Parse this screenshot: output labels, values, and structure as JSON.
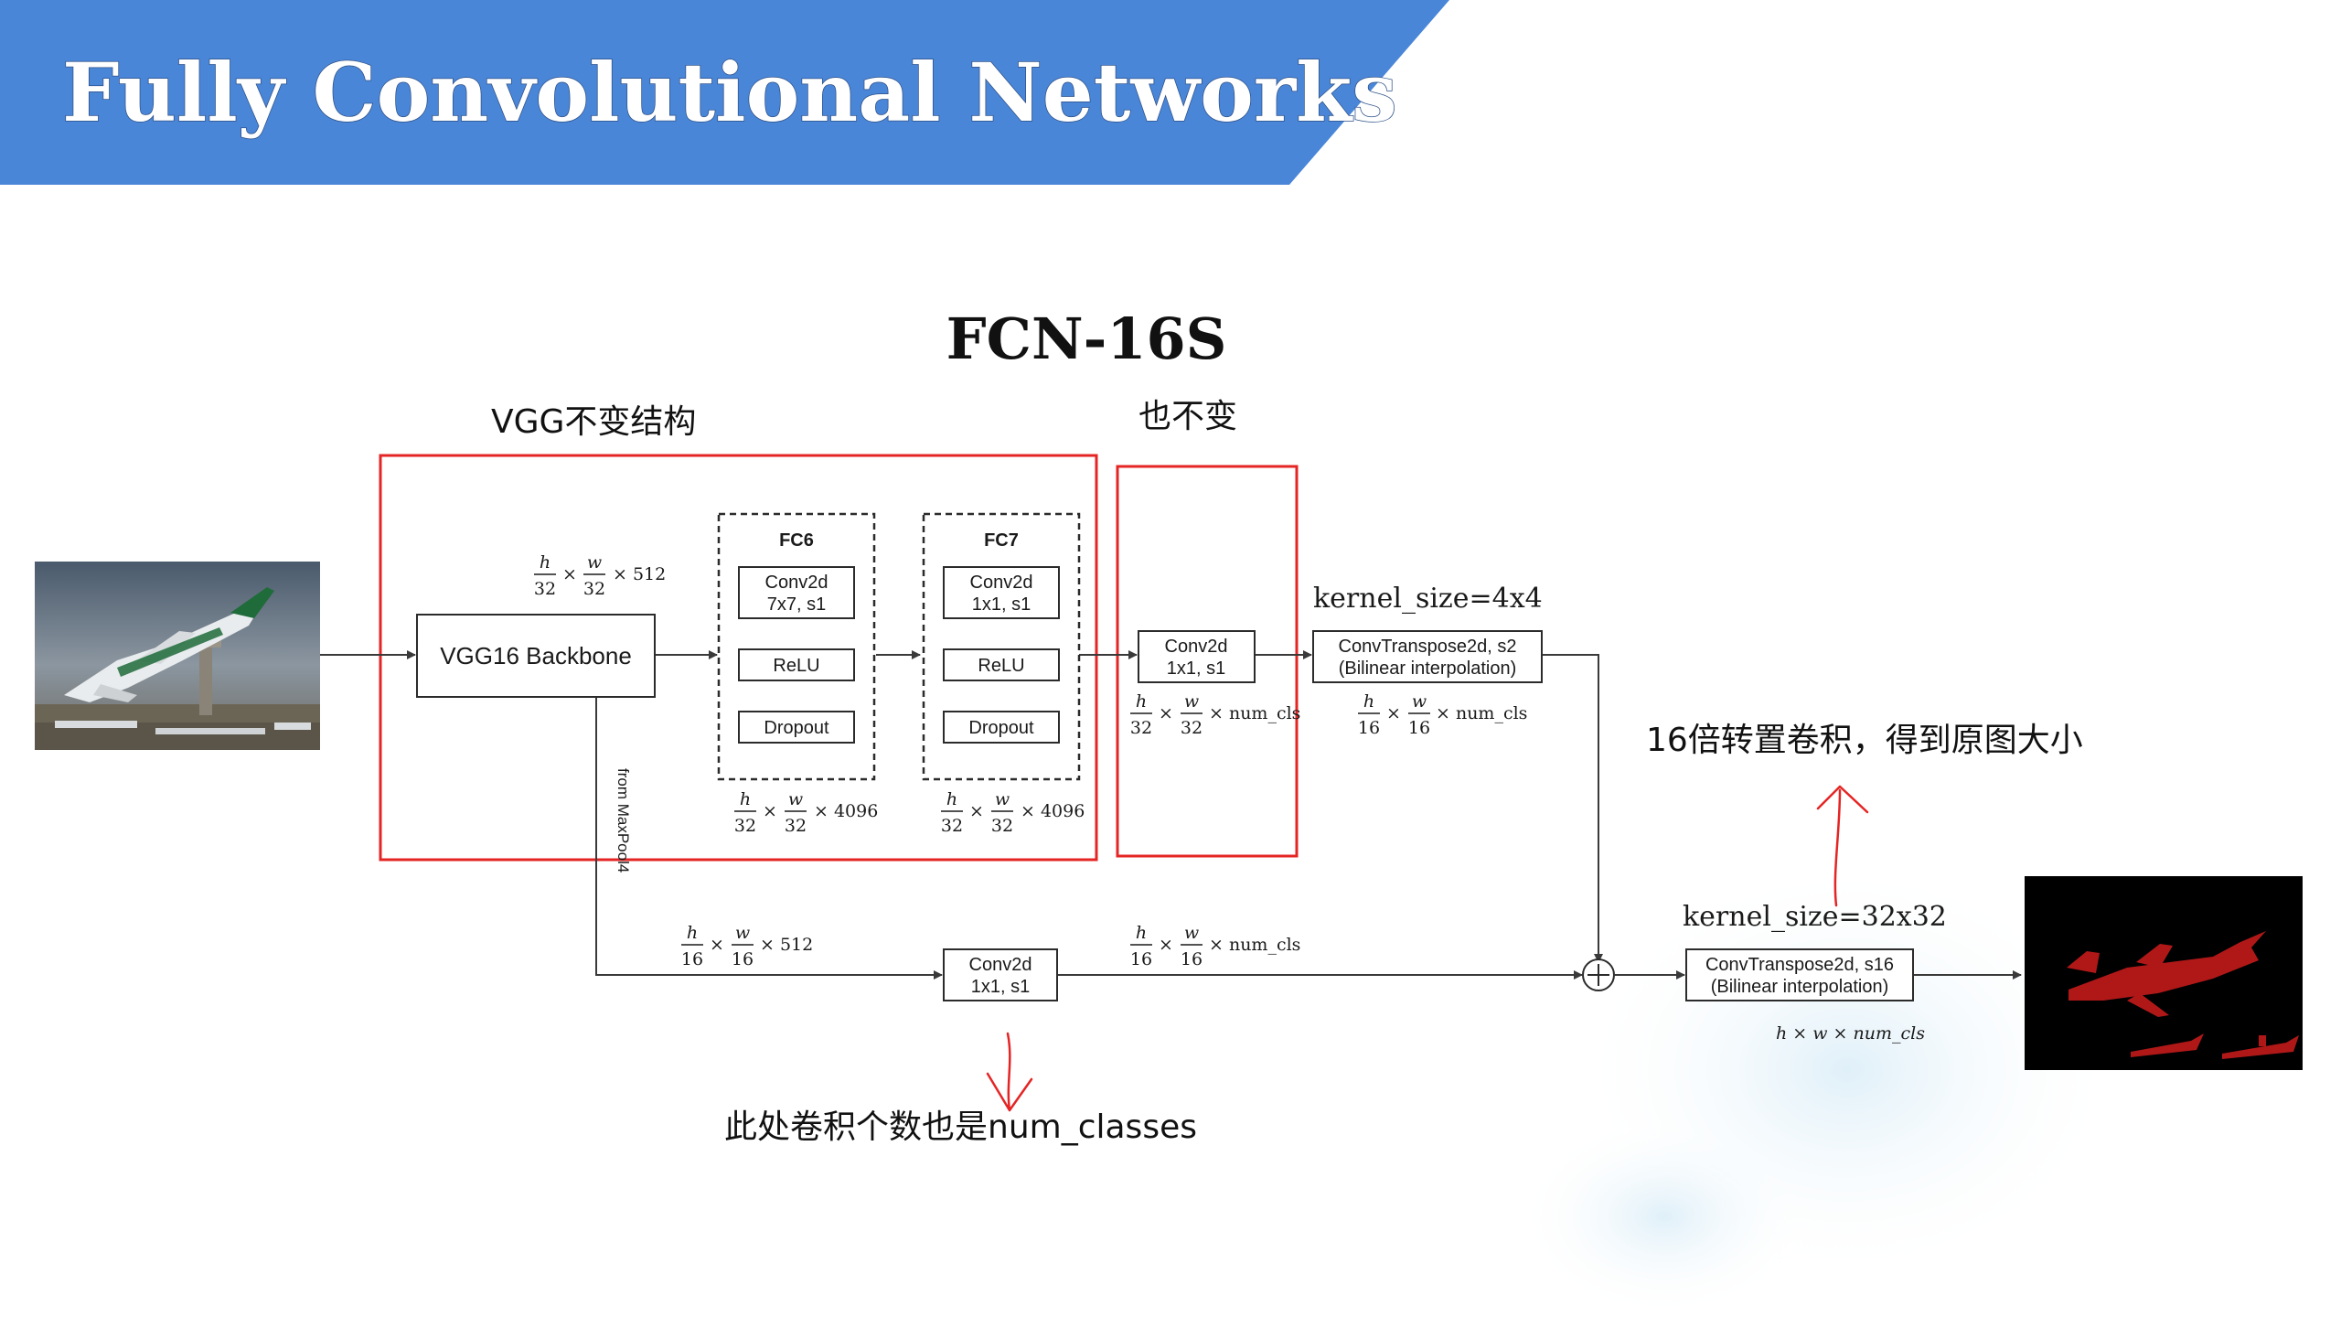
{
  "header": {
    "title": "Fully Convolutional Networks",
    "color": "#4a86d8"
  },
  "diagram": {
    "title": "FCN-16S",
    "notes": {
      "vgg_unchanged": "VGG不变结构",
      "also_unchanged": "也不变",
      "upsample_16x": "16倍转置卷积，得到原图大小",
      "num_classes": "此处卷积个数也是num_classes"
    },
    "blocks": {
      "backbone": "VGG16 Backbone",
      "fc6": {
        "title": "FC6",
        "conv_l1": "Conv2d",
        "conv_l2": "7x7, s1",
        "relu": "ReLU",
        "dropout": "Dropout"
      },
      "fc7": {
        "title": "FC7",
        "conv_l1": "Conv2d",
        "conv_l2": "1x1, s1",
        "relu": "ReLU",
        "dropout": "Dropout"
      },
      "score_conv": {
        "l1": "Conv2d",
        "l2": "1x1, s1"
      },
      "up2": {
        "l1": "ConvTranspose2d, s2",
        "l2": "(Bilinear interpolation)"
      },
      "pool4_conv": {
        "l1": "Conv2d",
        "l2": "1x1, s1"
      },
      "up16": {
        "l1": "ConvTranspose2d, s16",
        "l2": "(Bilinear interpolation)"
      }
    },
    "kernel_labels": {
      "up2": "kernel_size=4x4",
      "up16": "kernel_size=32x32"
    },
    "skip_label": "from MaxPool4",
    "dims": {
      "h": "h",
      "w": "w",
      "times": "×",
      "d32": "32",
      "d16": "16",
      "c512": "× 512",
      "c4096": "× 4096",
      "ncls": "× num_cls",
      "full": "h × w × num_cls"
    },
    "colors": {
      "highlight": "#e52424",
      "mask_object": "#b01818",
      "mask_bg": "#000000"
    }
  }
}
